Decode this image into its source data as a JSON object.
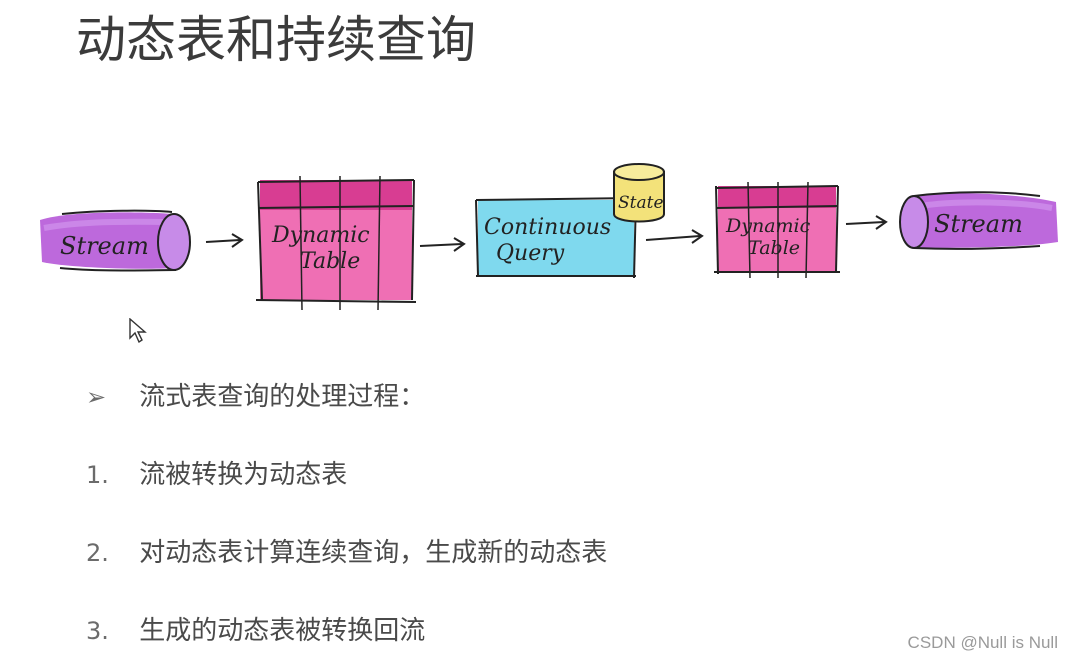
{
  "title": "动态表和持续查询",
  "diagram": {
    "stream_in_label": "Stream",
    "dynamic_table_1_line1": "Dynamic",
    "dynamic_table_1_line2": "Table",
    "query_line1": "Continuous",
    "query_line2": "Query",
    "state_label": "State",
    "dynamic_table_2_line1": "Dynamic",
    "dynamic_table_2_line2": "Table",
    "stream_out_label": "Stream",
    "colors": {
      "stream": "#b24fd6",
      "stream_cap": "#c78be8",
      "table": "#e64aa0",
      "table_header": "#d83d92",
      "query": "#7fd9ee",
      "state": "#f3e27a",
      "ink": "#222222"
    }
  },
  "list": {
    "heading_marker": "➢",
    "heading": "流式表查询的处理过程：",
    "items": [
      {
        "marker": "1.",
        "text": "流被转换为动态表"
      },
      {
        "marker": "2.",
        "text": "对动态表计算连续查询，生成新的动态表"
      },
      {
        "marker": "3.",
        "text": "生成的动态表被转换回流"
      }
    ]
  },
  "watermark": "CSDN @Null is Null",
  "icons": {
    "cursor": "mouse-pointer-icon"
  }
}
